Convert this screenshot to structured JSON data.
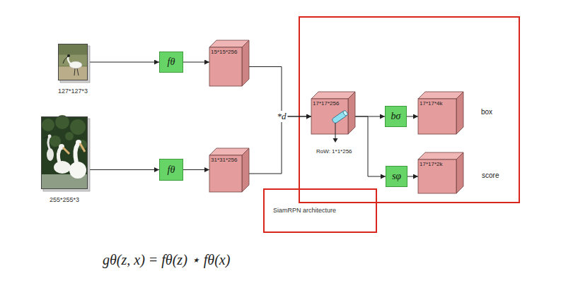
{
  "diagram": {
    "nodes": [
      {
        "text": [
          "127*127*3"
        ]
      },
      {
        "text": [
          "fθ"
        ]
      },
      {
        "text": [
          "15*15*256"
        ]
      },
      {
        "text": [
          "255*255*3"
        ]
      },
      {
        "text": [
          "fθ"
        ]
      },
      {
        "text": [
          "31*31*256"
        ]
      },
      {
        "text": [
          "17*17*256"
        ]
      },
      {
        "text": [
          "bσ"
        ]
      },
      {
        "text": [
          "17*17*4k"
        ]
      },
      {
        "text": [
          "sφ"
        ]
      },
      {
        "text": [
          "17*17*2k"
        ]
      },
      {
        "text": [
          "SiamRPN architecture"
        ]
      }
    ],
    "edges": [
      {
        "from": 0,
        "to": 1,
        "arrow": "to"
      },
      {
        "from": 1,
        "to": 2,
        "arrow": "to"
      },
      {
        "from": 3,
        "to": 4,
        "arrow": "to"
      },
      {
        "from": 4,
        "to": 5,
        "arrow": "to"
      },
      {
        "from": 2,
        "to": 6,
        "arrow": "to"
      },
      {
        "from": 5,
        "to": 6,
        "arrow": "to"
      },
      {
        "from": 6,
        "to": 7,
        "arrow": "to"
      },
      {
        "from": 7,
        "to": 8,
        "arrow": "to"
      },
      {
        "from": 6,
        "to": 9,
        "arrow": "to"
      },
      {
        "from": 9,
        "to": 10,
        "arrow": "to"
      }
    ],
    "labels": [
      "*d",
      "RoW: 1*1*256",
      "box",
      "score",
      "gθ(z, x) = fθ(z) ⋆ fθ(x)"
    ]
  }
}
